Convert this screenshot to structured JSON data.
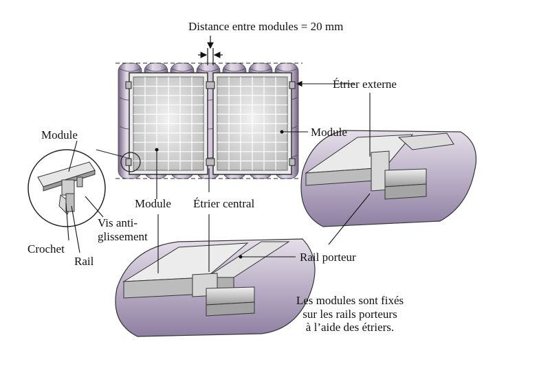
{
  "labels": {
    "gap": "Distance entre modules = 20 mm",
    "outer_clamp": "Étrier externe",
    "module_detail": "Module",
    "module_right": "Module",
    "module_bottom": "Module",
    "central_clamp": "Étrier central",
    "anti_slip_1": "Vis anti-",
    "anti_slip_2": "glissement",
    "hook": "Crochet",
    "rail": "Rail",
    "support_rail": "Rail porteur"
  },
  "note": {
    "line1": "Les modules sont fixés",
    "line2": "sur les rails porteurs",
    "line3": "à l’aide des étriers."
  },
  "colors": {
    "tile": "#d9cfe0",
    "tile_dark": "#8f7fa3",
    "cell": "#d0d0d0",
    "frame": "#7a7a7a",
    "rail": "#c8c8c8"
  }
}
